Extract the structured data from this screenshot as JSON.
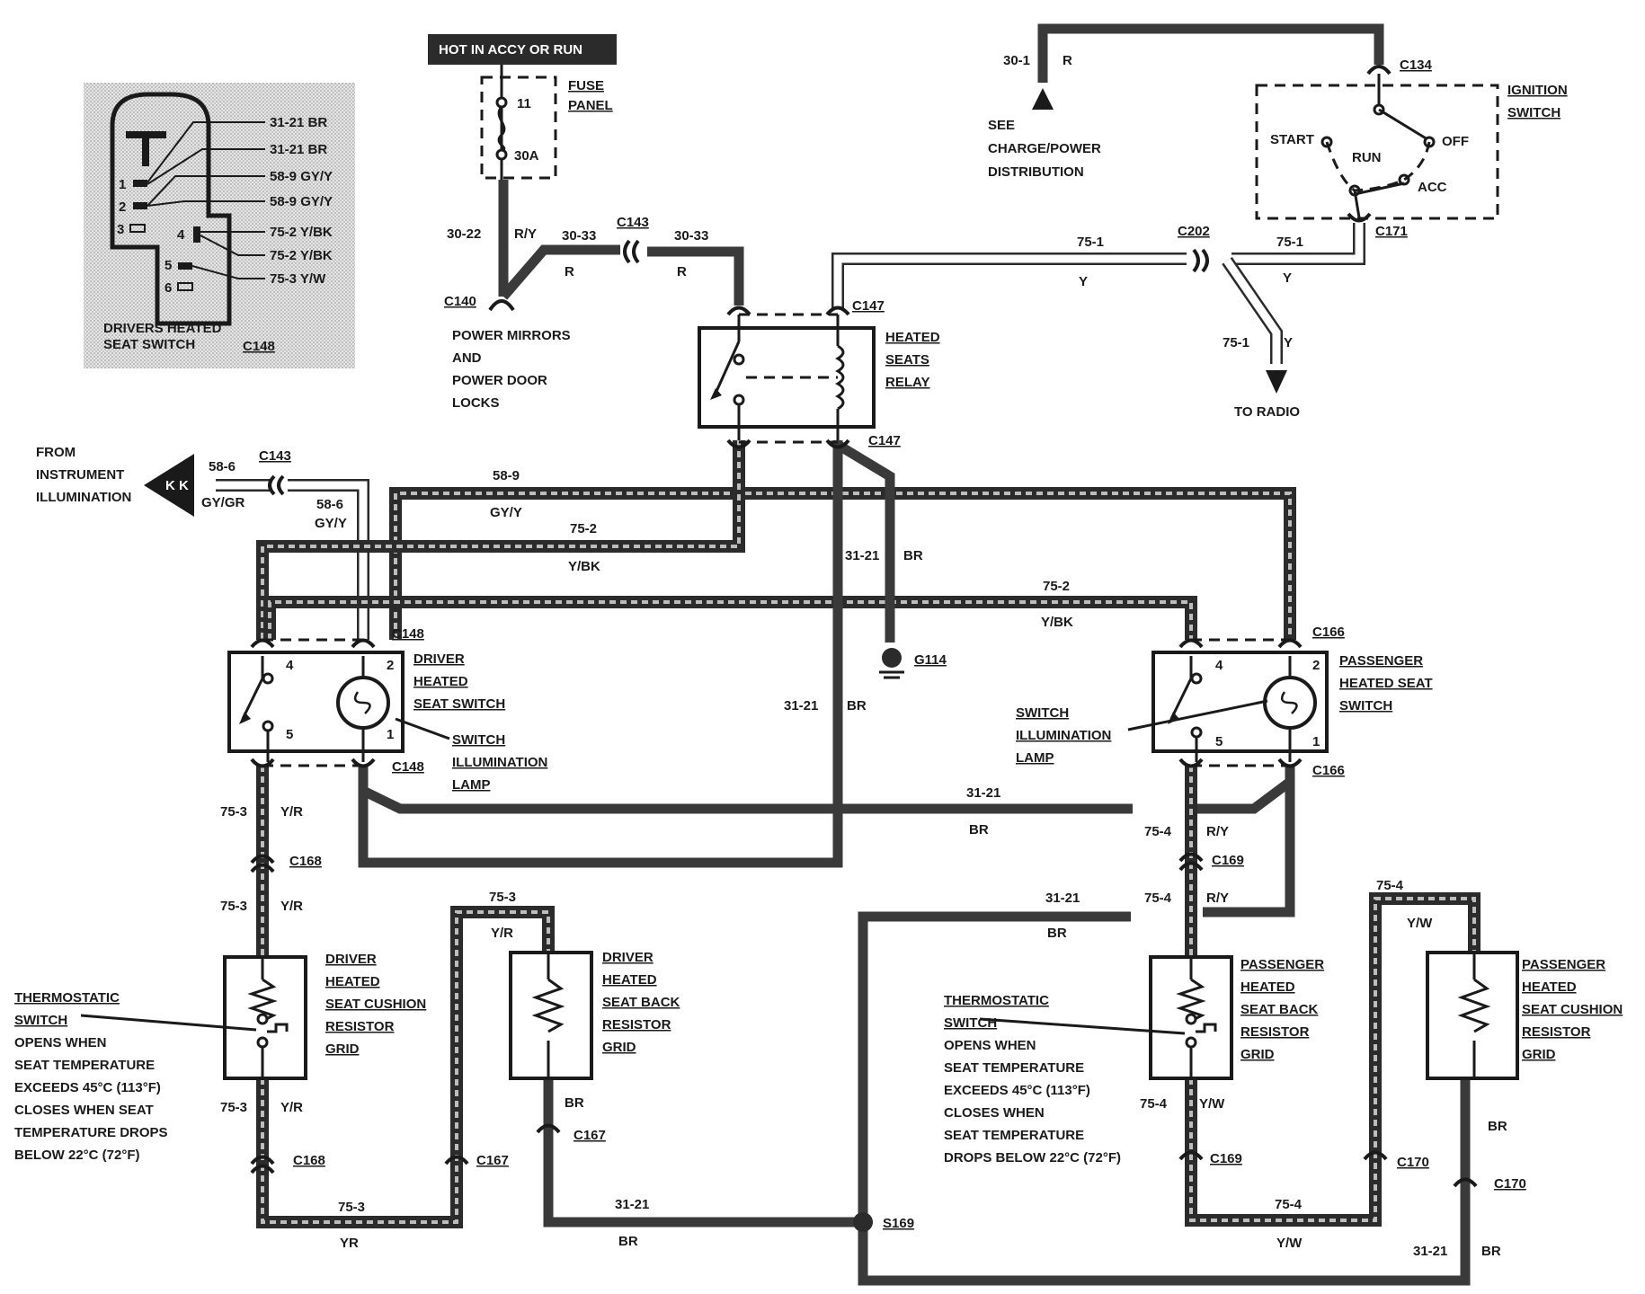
{
  "header": {
    "power_label": "HOT IN ACCY OR RUN"
  },
  "inset": {
    "title_line1": "DRIVERS HEATED",
    "title_line2": "SEAT SWITCH",
    "connector": "C148",
    "pins": [
      "1",
      "2",
      "3",
      "4",
      "5",
      "6"
    ],
    "wires": [
      "31-21 BR",
      "31-21 BR",
      "58-9 GY/Y",
      "58-9 GY/Y",
      "75-2 Y/BK",
      "75-2 Y/BK",
      "75-3 Y/W"
    ]
  },
  "fuse": {
    "number": "11",
    "rating": "30A",
    "label_line1": "FUSE",
    "label_line2": "PANEL"
  },
  "ignition": {
    "label_line1": "IGNITION",
    "label_line2": "SWITCH",
    "positions": [
      "START",
      "RUN",
      "OFF",
      "ACC"
    ],
    "connector_top": "C134",
    "connector_bottom": "C171"
  },
  "charge": {
    "circuit": "30-1",
    "color": "R",
    "line1": "SEE",
    "line2": "CHARGE/POWER",
    "line3": "DISTRIBUTION"
  },
  "power_mirrors": {
    "line1": "POWER MIRRORS",
    "line2": "AND",
    "line3": "POWER DOOR",
    "line4": "LOCKS"
  },
  "relay": {
    "line1": "HEATED",
    "line2": "SEATS",
    "line3": "RELAY",
    "connector_top": "C147",
    "connector_bottom": "C147"
  },
  "radio": {
    "label": "TO RADIO",
    "circuit": "75-1",
    "color": "Y"
  },
  "instrument": {
    "line1": "FROM",
    "line2": "INSTRUMENT",
    "line3": "ILLUMINATION",
    "circuit": "58-6",
    "color": "GY/GR",
    "connector": "C143"
  },
  "driver_switch": {
    "line1": "DRIVER",
    "line2": "HEATED",
    "line3": "SEAT SWITCH",
    "connector_top": "C148",
    "connector_bottom": "C148",
    "pins": [
      "4",
      "2",
      "5",
      "1"
    ],
    "lamp_line1": "SWITCH",
    "lamp_line2": "ILLUMINATION",
    "lamp_line3": "LAMP"
  },
  "passenger_switch": {
    "line1": "PASSENGER",
    "line2": "HEATED SEAT",
    "line3": "SWITCH",
    "connector_top": "C166",
    "connector_bottom": "C166",
    "pins": [
      "4",
      "2",
      "5",
      "1"
    ],
    "lamp_line1": "SWITCH",
    "lamp_line2": "ILLUMINATION",
    "lamp_line3": "LAMP"
  },
  "ground": {
    "label": "G114",
    "splice": "S169"
  },
  "driver_cushion": {
    "line1": "DRIVER",
    "line2": "HEATED",
    "line3": "SEAT CUSHION",
    "line4": "RESISTOR",
    "line5": "GRID"
  },
  "driver_back": {
    "line1": "DRIVER",
    "line2": "HEATED",
    "line3": "SEAT BACK",
    "line4": "RESISTOR",
    "line5": "GRID"
  },
  "passenger_back": {
    "line1": "PASSENGER",
    "line2": "HEATED",
    "line3": "SEAT BACK",
    "line4": "RESISTOR",
    "line5": "GRID"
  },
  "passenger_cushion": {
    "line1": "PASSENGER",
    "line2": "HEATED",
    "line3": "SEAT CUSHION",
    "line4": "RESISTOR",
    "line5": "GRID"
  },
  "thermo_left": {
    "line1": "THERMOSTATIC",
    "line2": "SWITCH",
    "line3": "OPENS WHEN",
    "line4": "SEAT TEMPERATURE",
    "line5": "EXCEEDS 45°C (113°F)",
    "line6": "CLOSES WHEN SEAT",
    "line7": "TEMPERATURE DROPS",
    "line8": "BELOW 22°C (72°F)"
  },
  "thermo_right": {
    "line1": "THERMOSTATIC",
    "line2": "SWITCH",
    "line3": "OPENS WHEN",
    "line4": "SEAT TEMPERATURE",
    "line5": "EXCEEDS 45°C (113°F)",
    "line6": "CLOSES WHEN",
    "line7": "SEAT TEMPERATURE",
    "line8": "DROPS BELOW 22°C (72°F)"
  },
  "connectors": {
    "c140": "C140",
    "c143": "C143",
    "c202": "C202",
    "c168": "C168",
    "c167": "C167",
    "c169": "C169",
    "c170": "C170"
  },
  "circuits": {
    "c30_22": "30-22",
    "ry": "R/Y",
    "c30_33": "30-33",
    "r": "R",
    "c75_1": "75-1",
    "y": "Y",
    "c58_9": "58-9",
    "gyy": "GY/Y",
    "c58_6": "58-6",
    "c75_2": "75-2",
    "ybk": "Y/BK",
    "c31_21": "31-21",
    "br": "BR",
    "c75_3": "75-3",
    "yr": "Y/R",
    "yr2": "YR",
    "c75_4": "75-4",
    "yw": "Y/W"
  }
}
